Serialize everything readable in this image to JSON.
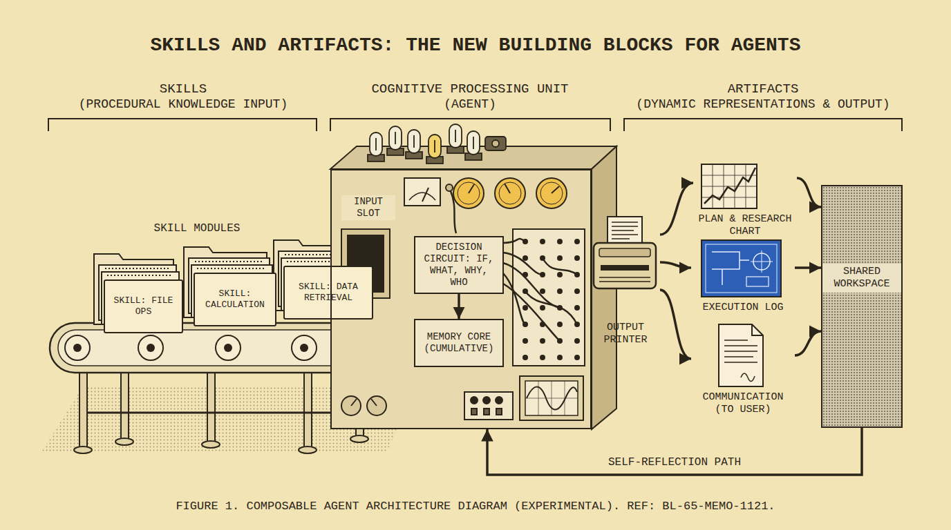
{
  "diagram": {
    "title": "SKILLS AND ARTIFACTS: THE NEW BUILDING BLOCKS FOR AGENTS",
    "caption": "FIGURE 1. COMPOSABLE AGENT ARCHITECTURE DIAGRAM (EXPERIMENTAL). REF: BL-65-MEMO-1121.",
    "nodes": [
      {
        "text": [
          "SKILL: FILE OPS"
        ]
      },
      {
        "text": [
          "SKILL: CALCULATION"
        ]
      },
      {
        "text": [
          "SKILL: DATA RETRIEVAL"
        ]
      },
      {
        "text": [
          "INPUT SLOT"
        ]
      },
      {
        "text": [
          "DECISION CIRCUIT: IF, WHAT, WHY, WHO"
        ],
        "in": 3
      },
      {
        "text": [
          "MEMORY CORE (CUMULATIVE)"
        ],
        "in": 3
      },
      {
        "text": [
          "OUTPUT PRINTER"
        ]
      },
      {
        "text": [
          "PLAN & RESEARCH CHART"
        ]
      },
      {
        "text": [
          "EXECUTION LOG"
        ]
      },
      {
        "text": [
          "COMMUNICATION (TO USER)"
        ]
      },
      {
        "text": [
          "SHARED WORKSPACE"
        ]
      }
    ],
    "edges": [
      {
        "from": 4,
        "to": 5,
        "arrow": "to"
      },
      {
        "from": 6,
        "to": 7,
        "arrow": "to"
      },
      {
        "from": 6,
        "to": 8,
        "arrow": "to"
      },
      {
        "from": 6,
        "to": 9,
        "arrow": "to"
      },
      {
        "from": 7,
        "to": 10,
        "arrow": "to"
      },
      {
        "from": 8,
        "to": 10,
        "arrow": "to"
      },
      {
        "from": 9,
        "to": 10,
        "arrow": "to"
      },
      {
        "from": 10,
        "to": 3,
        "arrow": "to",
        "label": "SELF-REFLECTION PATH"
      }
    ],
    "labels": [
      "SKILLS",
      "(PROCEDURAL KNOWLEDGE INPUT)",
      "COGNITIVE PROCESSING UNIT",
      "(AGENT)",
      "ARTIFACTS",
      "(DYNAMIC REPRESENTATIONS & OUTPUT)",
      "SKILL MODULES"
    ]
  }
}
